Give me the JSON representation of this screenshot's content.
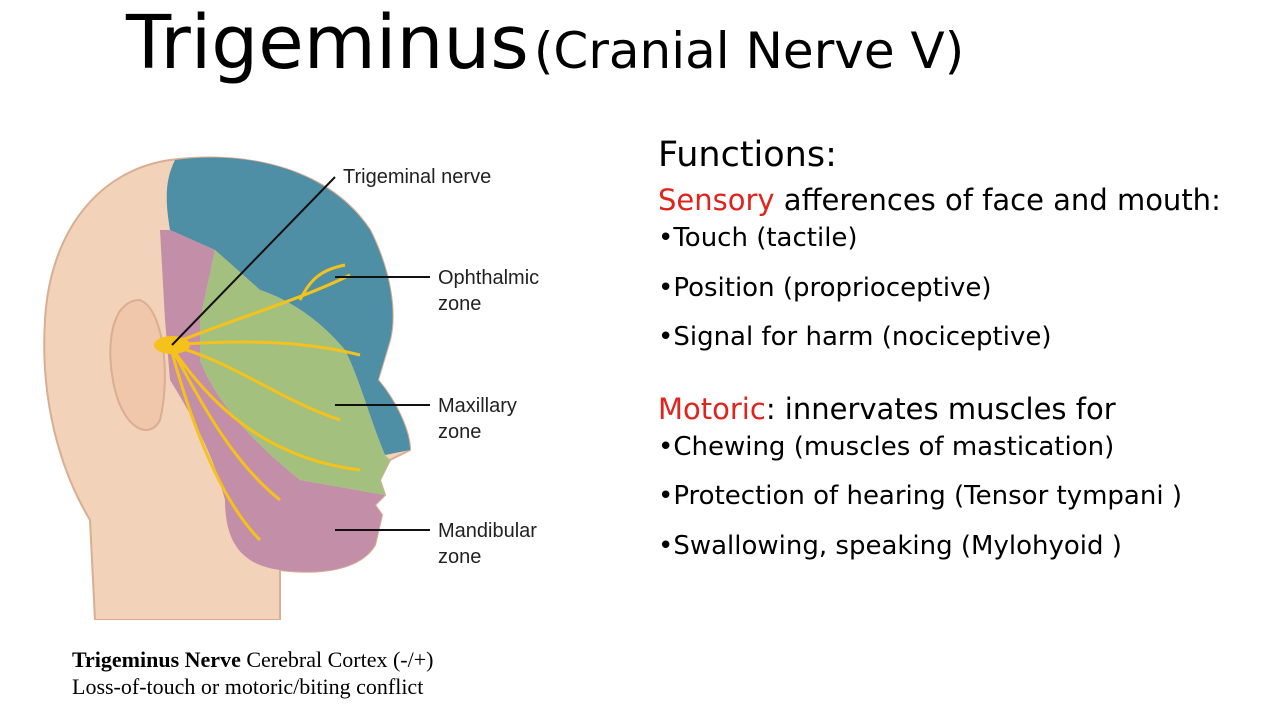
{
  "title": {
    "main": "Trigeminus",
    "sub": "(Cranial Nerve V)"
  },
  "figure": {
    "labels": {
      "nerve": "Trigeminal nerve",
      "ophthalmic_1": "Ophthalmic",
      "ophthalmic_2": "zone",
      "maxillary_1": "Maxillary",
      "maxillary_2": "zone",
      "mandibular_1": "Mandibular",
      "mandibular_2": "zone"
    },
    "colors": {
      "ophthalmic": "#4f8fa6",
      "maxillary": "#a3c07f",
      "mandibular": "#c38ea8",
      "nerve": "#f5c21b",
      "skin": "#f2d2b8"
    }
  },
  "caption": {
    "bold": "Trigeminus Nerve",
    "rest": " Cerebral Cortex (-/+)",
    "line2": "Loss-of-touch or motoric/biting conflict"
  },
  "functions": {
    "heading": "Functions:",
    "sensory": {
      "keyword": "Sensory",
      "rest": " afferences of face and mouth:",
      "items": [
        "•Touch (tactile)",
        "•Position (proprioceptive)",
        "•Signal for harm (nociceptive)"
      ]
    },
    "motoric": {
      "keyword": "Motoric",
      "rest": ": innervates muscles for",
      "items": [
        "•Chewing (muscles of mastication)",
        "•Protection of hearing (Tensor tympani )",
        "•Swallowing, speaking (Mylohyoid )"
      ]
    }
  }
}
